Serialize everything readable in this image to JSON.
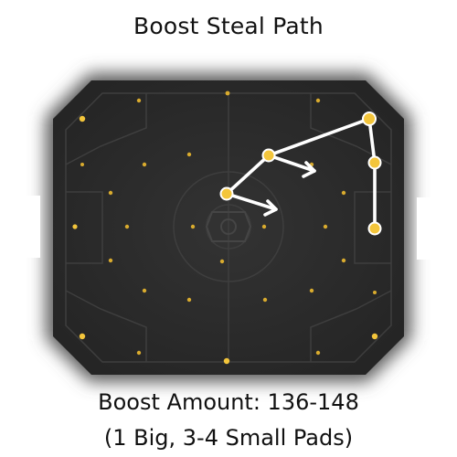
{
  "title": "Boost Steal Path",
  "caption": {
    "line1": "Boost Amount: 136-148",
    "line2": "(1 Big, 3-4 Small Pads)"
  },
  "map": {
    "field_color": "#2d2d2d",
    "line_color": "#3d3d3d",
    "glow_color": "#6a6a6a",
    "pad_color": "#f3c53b",
    "path_color": "#ffffff",
    "goal_color": "#ffffff",
    "path_marker_color": "#f3c53b"
  }
}
